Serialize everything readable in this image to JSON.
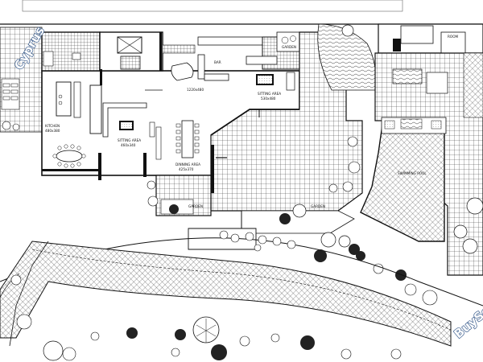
{
  "rooms": {
    "kitchen": "KITCHEN",
    "kitchen_dim": "480x380",
    "sitting_area_1": "SITTING AREA",
    "sitting_area_1_dim": "460x340",
    "dinning_area": "DINNING AREA",
    "dinning_area_dim": "425x370",
    "bar": "BAR",
    "living_dim": "1220x480",
    "sitting_area_2": "SITTING AREA",
    "sitting_area_2_dim": "530x480",
    "garden_1": "GARDEN",
    "garden_2": "GARDEN",
    "garden_3": "GARDEN",
    "swimming_pool": "SWIMMING POOL",
    "room": "ROOM"
  },
  "watermarks": {
    "left": "Cyprus",
    "right": "BuySe"
  },
  "colors": {
    "line": "#111111",
    "watermark_fill": "#ffffff",
    "watermark_stroke": "#3d5f8f",
    "background": "#ffffff"
  }
}
